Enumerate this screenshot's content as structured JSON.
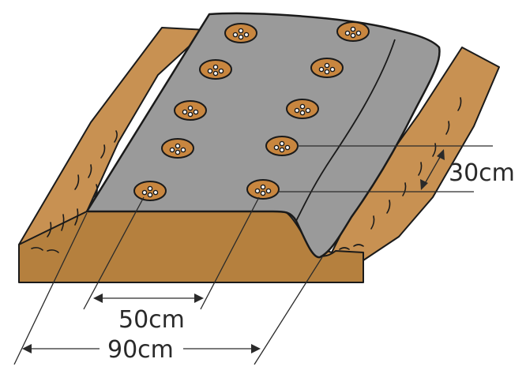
{
  "diagram": {
    "labels": {
      "row_spacing": "30cm",
      "hole_spacing": "50cm",
      "bed_width": "90cm"
    },
    "colors": {
      "soil": "#c89152",
      "soil_front": "#b5803e",
      "mulch": "#9a9a9a",
      "hole": "#c8863f",
      "outline": "#1a1a1a"
    }
  }
}
